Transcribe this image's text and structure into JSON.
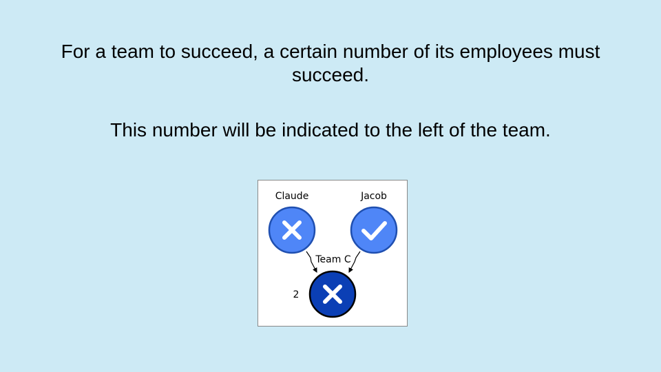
{
  "slide": {
    "paragraph1": "For a team to succeed, a certain number of its employees must succeed.",
    "paragraph2": "This number will be indicated to the left of the team."
  },
  "diagram": {
    "employees": [
      {
        "name": "Claude",
        "status": "fail",
        "icon": "x-icon"
      },
      {
        "name": "Jacob",
        "status": "success",
        "icon": "check-icon"
      }
    ],
    "team": {
      "name": "Team C",
      "status": "fail",
      "icon": "x-icon",
      "threshold": "2"
    },
    "colors": {
      "employee_fill": "#4f86f7",
      "employee_stroke": "#1f4fb0",
      "team_fill": "#0b3fb5",
      "team_stroke": "#000000",
      "background": "#cdeaf5"
    }
  }
}
